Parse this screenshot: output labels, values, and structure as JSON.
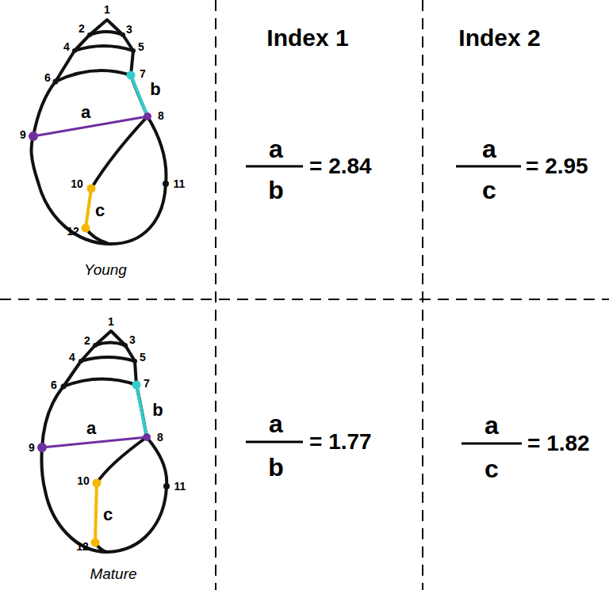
{
  "diagram": {
    "labels": [
      "Index 1",
      "Index 2",
      "1",
      "2",
      "3",
      "4",
      "5",
      "6",
      "7",
      "8",
      "9",
      "10",
      "11",
      "12",
      "a",
      "b",
      "c",
      "Young",
      "a",
      "b",
      "= 2.84",
      "a",
      "c",
      "= 2.95",
      "1",
      "2",
      "3",
      "4",
      "5",
      "6",
      "7",
      "8",
      "9",
      "10",
      "11",
      "12",
      "a",
      "b",
      "c",
      "Mature",
      "a",
      "b",
      "= 1.77",
      "a",
      "c",
      "= 1.82"
    ]
  }
}
